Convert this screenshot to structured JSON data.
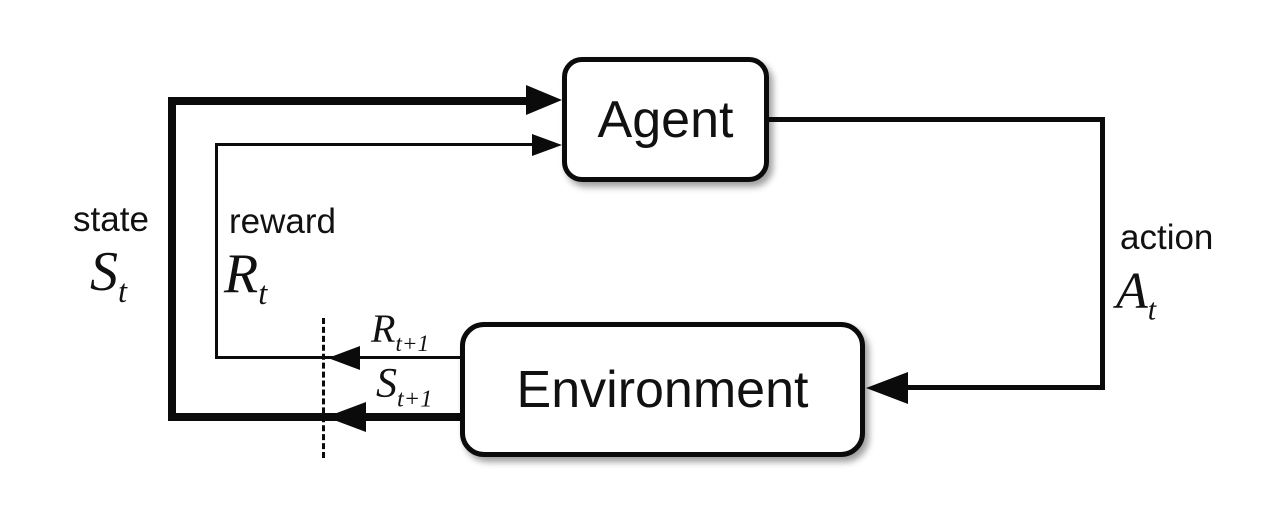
{
  "diagram": {
    "nodes": {
      "agent": {
        "label": "Agent"
      },
      "environment": {
        "label": "Environment"
      }
    },
    "labels": {
      "state": {
        "word": "state",
        "sym": "S",
        "sub": "t"
      },
      "reward": {
        "word": "reward",
        "sym": "R",
        "sub": "t"
      },
      "action": {
        "word": "action",
        "sym": "A",
        "sub": "t"
      },
      "next_reward": {
        "sym": "R",
        "sub": "t+1"
      },
      "next_state": {
        "sym": "S",
        "sub": "t+1"
      }
    },
    "colors": {
      "line": "#0b0b0b",
      "background": "#ffffff",
      "box_fill": "#ffffff"
    }
  }
}
